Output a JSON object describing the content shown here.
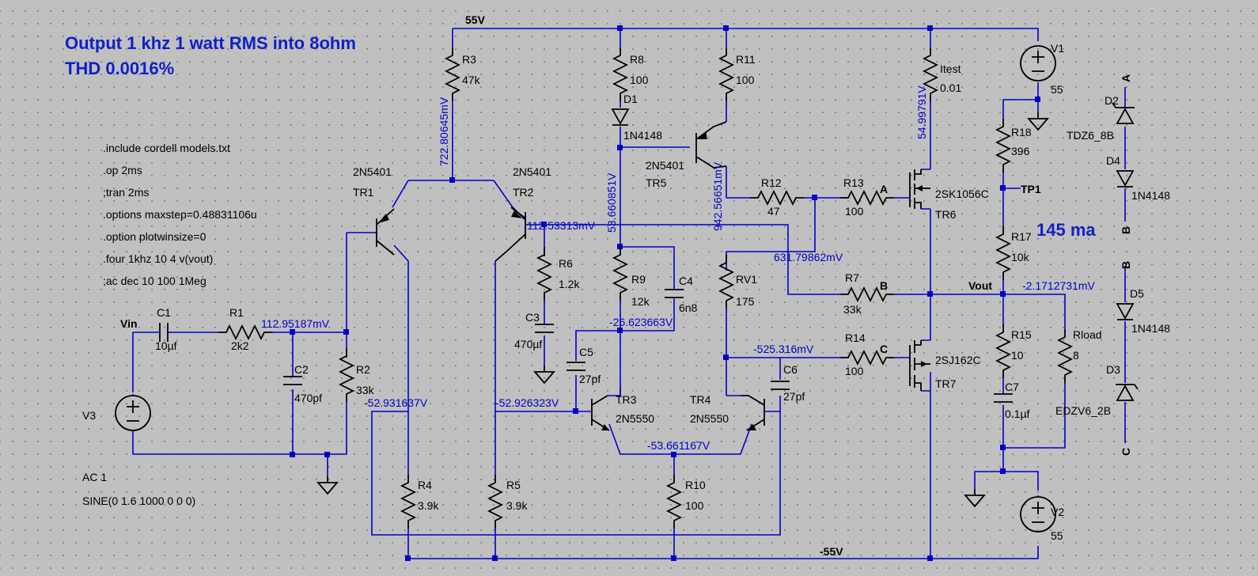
{
  "title": {
    "line1": "Output 1 khz 1 watt RMS into 8ohm",
    "line2": "THD 0.0016%"
  },
  "directives": [
    ".include cordell models.txt",
    ".op 2ms",
    ";tran 2ms",
    ".options maxstep=0.48831106u",
    ".option plotwinsize=0",
    ".four 1khz 10 4 v(vout)",
    ";ac dec 10 100 1Meg"
  ],
  "source_params": [
    "AC 1",
    "SINE(0 1.6 1000 0 0 0)"
  ],
  "annotation": "145 ma",
  "nets": {
    "vplus": "55V",
    "vminus": "-55V",
    "vin": "Vin",
    "vout": "Vout",
    "a": "A",
    "b": "B",
    "c": "C",
    "tp1": "TP1"
  },
  "components": {
    "R3": {
      "ref": "R3",
      "value": "47k"
    },
    "R8": {
      "ref": "R8",
      "value": "100"
    },
    "R11": {
      "ref": "R11",
      "value": "100"
    },
    "D1": {
      "ref": "D1",
      "value": "1N4148"
    },
    "TR5": {
      "ref": "TR5",
      "value": "2N5401"
    },
    "R12": {
      "ref": "R12",
      "value": "47"
    },
    "R13": {
      "ref": "R13",
      "value": "100"
    },
    "Itest": {
      "ref": "Itest",
      "value": "0.01"
    },
    "TR6": {
      "ref": "TR6",
      "value": "2SK1056C"
    },
    "TR1": {
      "ref": "TR1",
      "value": "2N5401"
    },
    "TR2": {
      "ref": "TR2",
      "value": "2N5401"
    },
    "R6": {
      "ref": "R6",
      "value": "1.2k"
    },
    "C3": {
      "ref": "C3",
      "value": "470µf"
    },
    "R9": {
      "ref": "R9",
      "value": "12k"
    },
    "C4": {
      "ref": "C4",
      "value": "6n8"
    },
    "RV1": {
      "ref": "RV1",
      "value": "175"
    },
    "R7": {
      "ref": "R7",
      "value": "33k"
    },
    "C1": {
      "ref": "C1",
      "value": "10µf"
    },
    "R1": {
      "ref": "R1",
      "value": "2k2"
    },
    "C2": {
      "ref": "C2",
      "value": "470pf"
    },
    "R2": {
      "ref": "R2",
      "value": "33k"
    },
    "V3": {
      "ref": "V3",
      "value": ""
    },
    "C5": {
      "ref": "C5",
      "value": "27pf"
    },
    "TR3": {
      "ref": "TR3",
      "value": "2N5550"
    },
    "TR4": {
      "ref": "TR4",
      "value": "2N5550"
    },
    "C6": {
      "ref": "C6",
      "value": "27pf"
    },
    "R14": {
      "ref": "R14",
      "value": "100"
    },
    "TR7": {
      "ref": "TR7",
      "value": "2SJ162C"
    },
    "R4": {
      "ref": "R4",
      "value": "3.9k"
    },
    "R5": {
      "ref": "R5",
      "value": "3.9k"
    },
    "R10": {
      "ref": "R10",
      "value": "100"
    },
    "V1": {
      "ref": "V1",
      "value": "55"
    },
    "V2": {
      "ref": "V2",
      "value": "55"
    },
    "R18": {
      "ref": "R18",
      "value": "396"
    },
    "R17": {
      "ref": "R17",
      "value": "10k"
    },
    "R15": {
      "ref": "R15",
      "value": "10"
    },
    "C7": {
      "ref": "C7",
      "value": "0.1µf"
    },
    "Rload": {
      "ref": "Rload",
      "value": "8"
    },
    "D2": {
      "ref": "D2",
      "value": "TDZ6_8B"
    },
    "D4": {
      "ref": "D4",
      "value": "1N4148"
    },
    "D5": {
      "ref": "D5",
      "value": "1N4148"
    },
    "D3": {
      "ref": "D3",
      "value": "EDZV6_2B"
    }
  },
  "op_values": {
    "r3_node": "722.80645mV",
    "d1_node": "53.660851V",
    "tr5_c": "942.56651mV",
    "itest": "54.99791V",
    "tr2_b": "112.53313mV",
    "fb": "631.79862mV",
    "vin_node": "112.95187mV",
    "c4_node": "-26.623663V",
    "rv1_node": "-525.316mV",
    "vout": "-2.1712731mV",
    "tr1_e": "-52.931637V",
    "tr3_b": "-52.926323V",
    "tail": "-53.661167V"
  },
  "colors": {
    "background": "#c0c0c0",
    "wire": "#0000c8",
    "symbol": "#000000",
    "title": "#1020c8"
  }
}
